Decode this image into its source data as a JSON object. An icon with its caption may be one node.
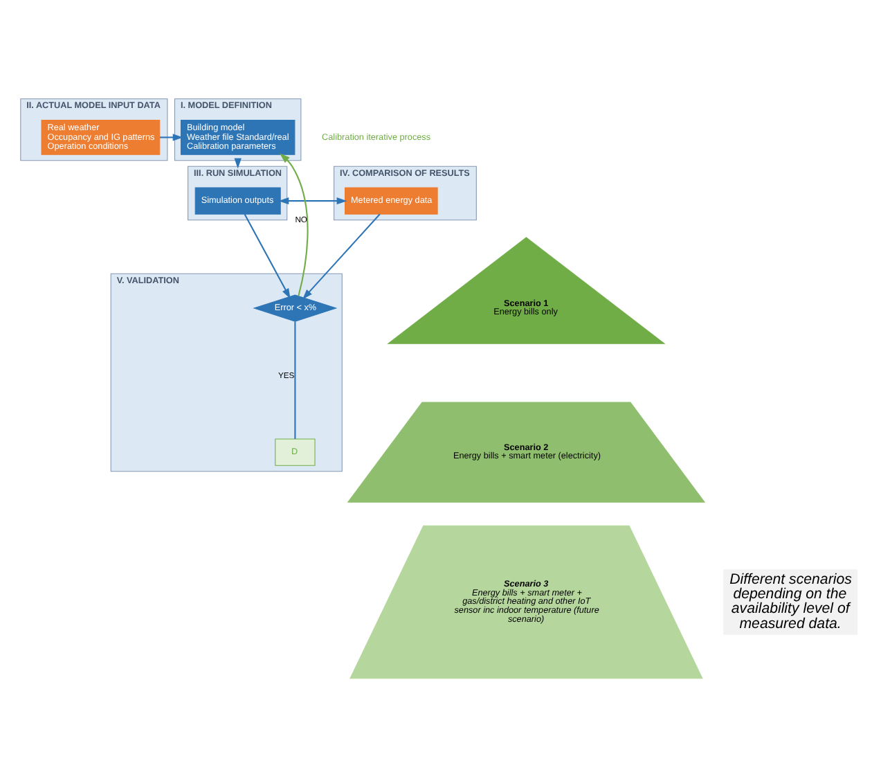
{
  "diagram": {
    "nodes": [
      {
        "text": [
          "II. ACTUAL MODEL INPUT DATA"
        ]
      },
      {
        "text": [
          "Real weather",
          "Occupancy and IG patterns",
          "Operation conditions"
        ],
        "in": 0
      },
      {
        "text": [
          "I. MODEL DEFINITION"
        ]
      },
      {
        "text": [
          "Building model",
          "Weather file Standard/real",
          "Calibration parameters"
        ],
        "in": 2
      },
      {
        "text": [
          "IV. COMPARISON OF RESULTS"
        ]
      },
      {
        "text": [
          "Metered energy data"
        ],
        "in": 4
      },
      {
        "text": [
          "III. RUN SIMULATION"
        ]
      },
      {
        "text": [
          "Simulation outputs"
        ],
        "in": 6
      },
      {
        "text": [
          "V. VALIDATION"
        ]
      },
      {
        "text": [
          "Error < x%"
        ],
        "in": 8
      },
      {
        "text": [
          "D"
        ],
        "in": 8
      },
      {
        "text": [
          "Scenario 1",
          "Energy bills only"
        ]
      },
      {
        "text": [
          "Scenario 2",
          "Energy bills + smart meter (electricity)"
        ]
      },
      {
        "text": [
          "Scenario 3",
          "Energy bills + smart meter + gas/district heating and other IoT sensor inc indoor temperature (future scenario)"
        ]
      },
      {
        "text": [
          "Different scenarios depending on the availability level of measured data."
        ]
      }
    ],
    "edges": [
      {
        "from": 1,
        "to": 3,
        "arrow": "to"
      },
      {
        "from": 2,
        "to": 6,
        "arrow": "to"
      },
      {
        "from": 5,
        "to": 7,
        "arrow": "both"
      },
      {
        "from": 5,
        "to": 9,
        "arrow": "to"
      },
      {
        "from": 7,
        "to": 9,
        "arrow": "to"
      },
      {
        "from": 9,
        "to": 3,
        "arrow": "to",
        "label": "NO",
        "color": "#70ad47"
      },
      {
        "from": 9,
        "to": 10,
        "arrow": "none",
        "label": "YES"
      }
    ],
    "labels": [
      "Calibration iterative process"
    ]
  }
}
